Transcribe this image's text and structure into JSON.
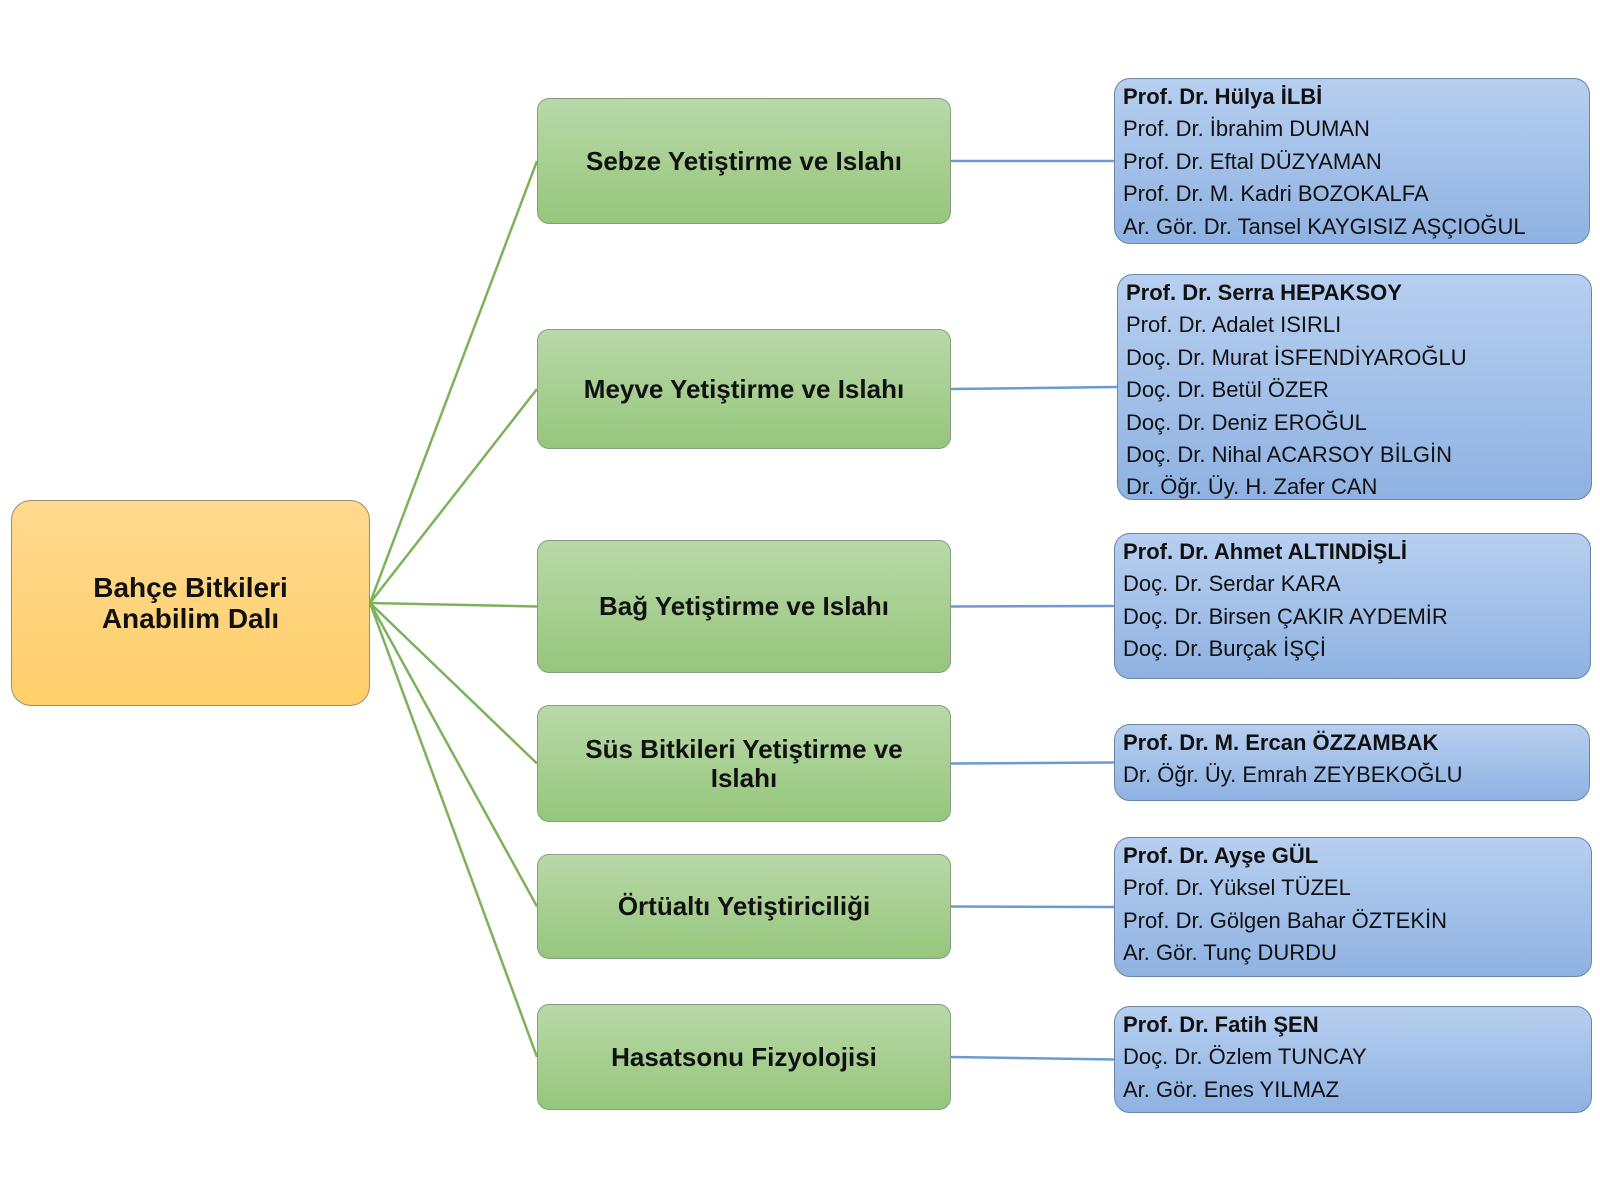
{
  "root": {
    "lines": [
      "Bahçe Bitkileri",
      "Anabilim Dalı"
    ]
  },
  "colors": {
    "root_fill": "#ffd27a",
    "unit_fill": "#a9cf93",
    "staff_fill": "#a4c2ea",
    "green_connector": "#7cb35a",
    "blue_connector": "#6d9bd0"
  },
  "units": [
    {
      "name": "Sebze Yetiştirme ve Islahı",
      "members": [
        "Prof. Dr. Hülya İLBİ",
        "Prof. Dr. İbrahim DUMAN",
        "Prof. Dr. Eftal DÜZYAMAN",
        "Prof. Dr. M. Kadri BOZOKALFA",
        "Ar. Gör. Dr. Tansel KAYGISIZ AŞÇIOĞUL"
      ]
    },
    {
      "name": "Meyve Yetiştirme ve Islahı",
      "members": [
        "Prof. Dr. Serra HEPAKSOY",
        "Prof. Dr. Adalet ISIRLI",
        "Doç. Dr. Murat İSFENDİYAROĞLU",
        "Doç. Dr. Betül ÖZER",
        "Doç. Dr. Deniz EROĞUL",
        "Doç. Dr. Nihal ACARSOY BİLGİN",
        "Dr. Öğr. Üy. H. Zafer CAN"
      ]
    },
    {
      "name": "Bağ Yetiştirme ve Islahı",
      "members": [
        "Prof. Dr. Ahmet ALTINDİŞLİ",
        "Doç. Dr. Serdar KARA",
        "Doç. Dr. Birsen ÇAKIR AYDEMİR",
        "Doç. Dr. Burçak İŞÇİ"
      ]
    },
    {
      "name": "Süs Bitkileri Yetiştirme ve Islahı",
      "members": [
        "Prof. Dr. M. Ercan ÖZZAMBAK",
        "Dr. Öğr. Üy. Emrah ZEYBEKOĞLU"
      ]
    },
    {
      "name": "Örtüaltı Yetiştiriciliği",
      "members": [
        "Prof. Dr. Ayşe GÜL",
        "Prof. Dr. Yüksel TÜZEL",
        "Prof. Dr. Gölgen Bahar ÖZTEKİN",
        "Ar. Gör. Tunç DURDU"
      ]
    },
    {
      "name": "Hasatsonu Fizyolojisi",
      "members": [
        "Prof. Dr. Fatih ŞEN",
        "Doç. Dr. Özlem TUNCAY",
        "Ar. Gör. Enes YILMAZ"
      ]
    }
  ]
}
